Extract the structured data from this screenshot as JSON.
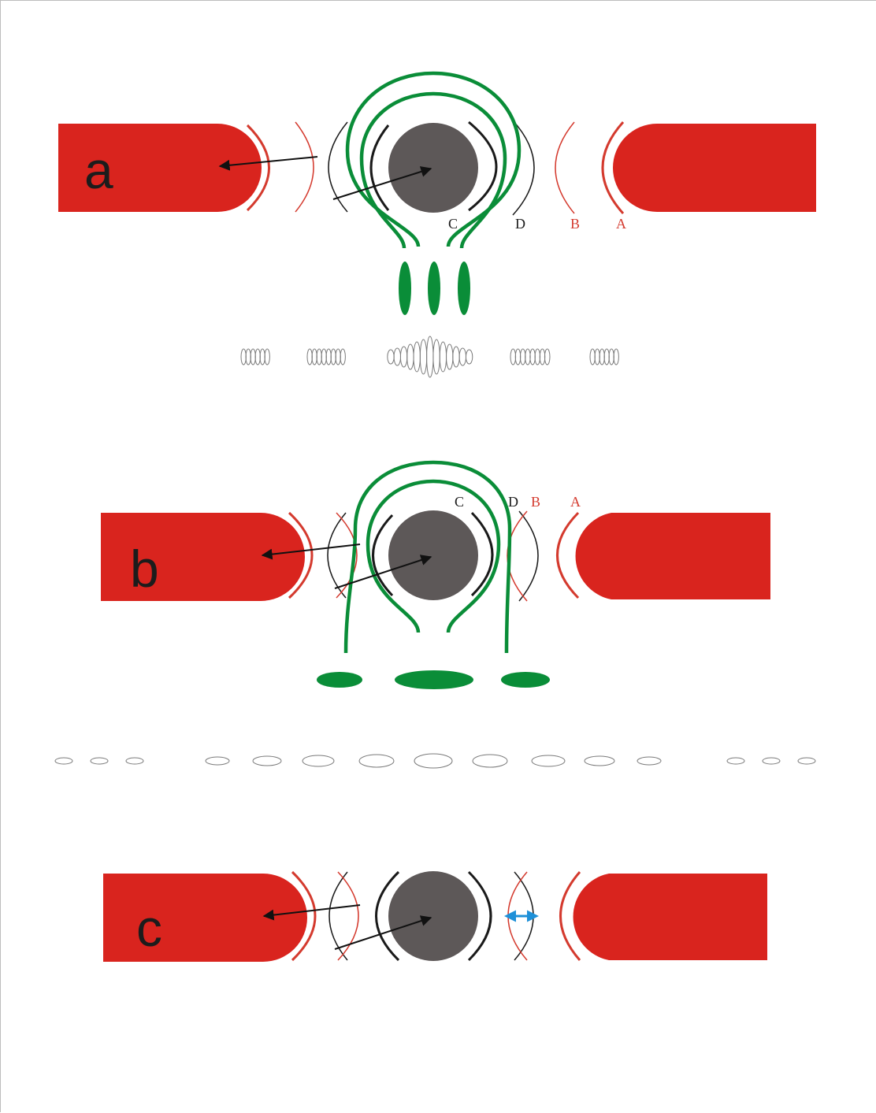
{
  "panels": [
    {
      "letter": "a",
      "labels": {
        "C": "C",
        "D": "D",
        "B": "B",
        "A": "A"
      }
    },
    {
      "letter": "b",
      "labels": {
        "C": "C",
        "D": "D",
        "B": "B",
        "A": "A"
      }
    },
    {
      "letter": "c"
    }
  ],
  "colors": {
    "electrode": "#d9241e",
    "particle": "#5d5858",
    "field_lines": "#0a8d38",
    "red_arc": "#d43a2e",
    "black_arc": "#1a1a1a",
    "double_arrow": "#1e90d8",
    "bubbles": "#7a7a7a"
  }
}
